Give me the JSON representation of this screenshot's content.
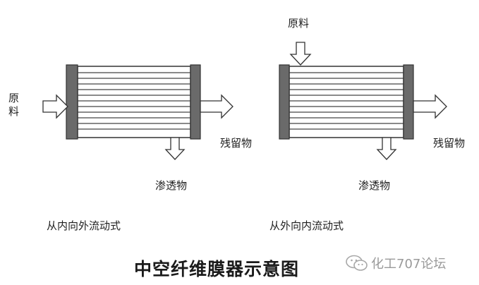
{
  "diagram": {
    "title": "中空纤维膜器示意图",
    "left": {
      "feed": "原料",
      "retentate": "残留物",
      "permeate": "渗透物",
      "caption": "从内向外流动式"
    },
    "right": {
      "feed": "原料",
      "retentate": "残留物",
      "permeate": "渗透物",
      "caption": "从外向内流动式"
    }
  },
  "watermark": {
    "text": "化工707论坛",
    "icon": "wechat-icon"
  },
  "colors": {
    "cap": "#6a6a6a",
    "line": "#333333",
    "watermark": "#9a9a9a"
  }
}
